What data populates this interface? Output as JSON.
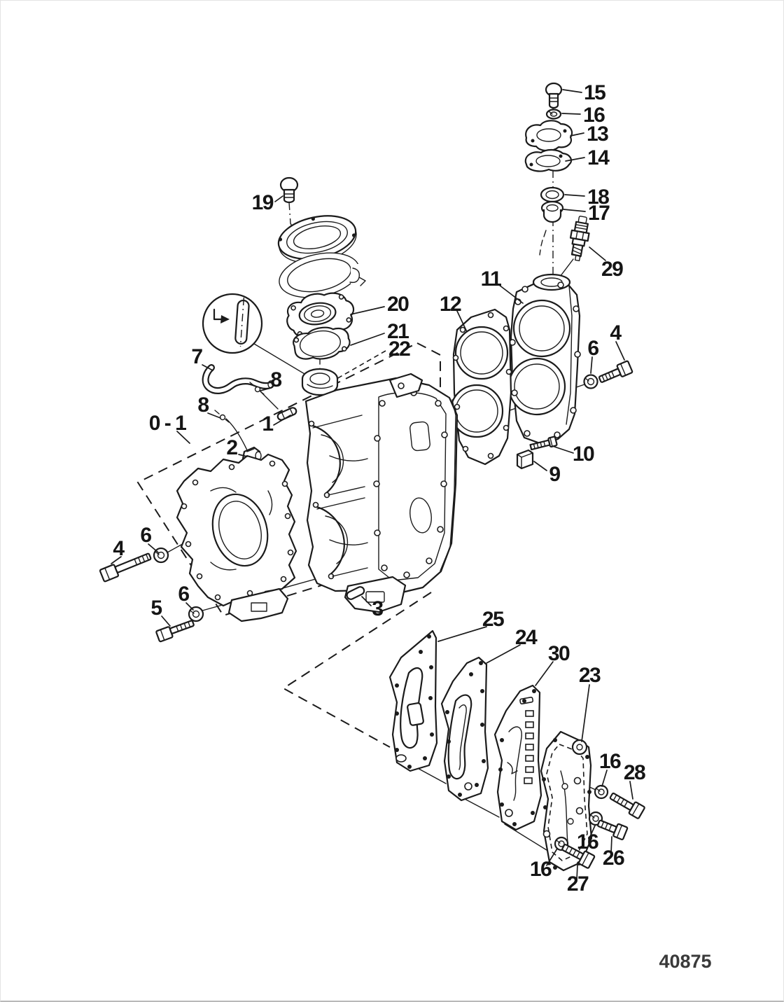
{
  "figure": {
    "drawing_number": "40875"
  },
  "callouts": {
    "c15": "15",
    "c16_thermostat": "16",
    "c13": "13",
    "c14": "14",
    "c18": "18",
    "c17": "17",
    "c29": "29",
    "c11": "11",
    "c12": "12",
    "c4_head": "4",
    "c6_head": "6",
    "c10": "10",
    "c9": "9",
    "c19": "19",
    "c20": "20",
    "c21": "21",
    "c22": "22",
    "c7": "7",
    "c8_upper": "8",
    "c8_lower": "8",
    "c0_1": "0 - 1",
    "c1": "1",
    "c2": "2",
    "c4_crankcase": "4",
    "c6_crankcase_upper": "6",
    "c5": "5",
    "c6_crankcase_lower": "6",
    "c3": "3",
    "c25": "25",
    "c24": "24",
    "c30": "30",
    "c23": "23",
    "c16_top": "16",
    "c28": "28",
    "c16_middle": "16",
    "c26": "26",
    "c16_bottom": "16",
    "c27": "27"
  }
}
